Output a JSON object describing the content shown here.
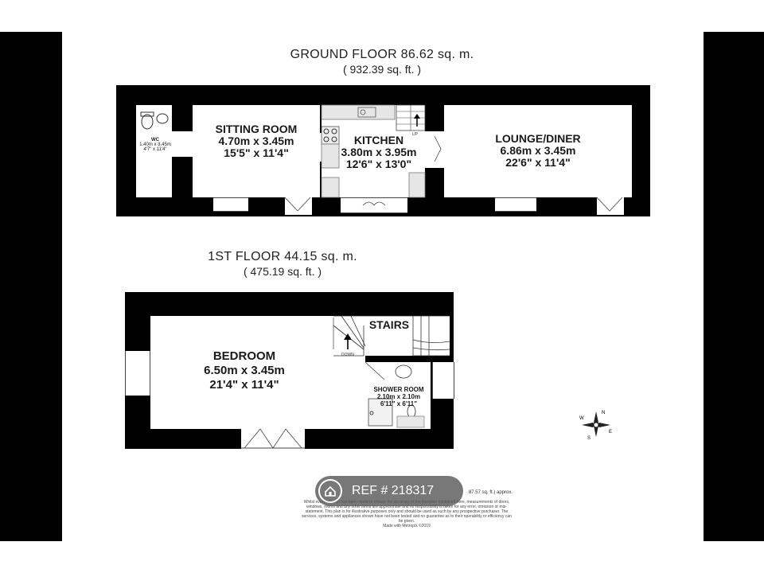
{
  "ground_floor": {
    "title": "GROUND FLOOR 86.62 sq. m.",
    "subtitle": "( 932.39 sq. ft. )",
    "rooms": [
      {
        "name": "WC",
        "metric": "1.40m x 3.45m",
        "imperial": "4'7\" x 11'4\""
      },
      {
        "name": "SITTING ROOM",
        "metric": "4.70m x 3.45m",
        "imperial": "15'5\" x 11'4\""
      },
      {
        "name": "KITCHEN",
        "metric": "3.80m x 3.95m",
        "imperial": "12'6\" x 13'0\""
      },
      {
        "name": "LOUNGE/DINER",
        "metric": "6.86m x 3.45m",
        "imperial": "22'6\" x 11'4\""
      }
    ],
    "stairs_label": "UP"
  },
  "first_floor": {
    "title": "1ST FLOOR 44.15 sq. m.",
    "subtitle": "( 475.19 sq. ft. )",
    "rooms": [
      {
        "name": "BEDROOM",
        "metric": "6.50m x 3.45m",
        "imperial": "21'4\" x 11'4\""
      },
      {
        "name": "SHOWER ROOM",
        "metric": "2.10m x 2.10m",
        "imperial": "6'11\" x 6'11\""
      }
    ],
    "stairs_label": "STAIRS",
    "down_label": "DOWN"
  },
  "footer": {
    "area_note": "87.57 sq. ft.) approx.",
    "disclaimer": "Whilst every attempt has been made to ensure the accuracy of the floorplan contained here, measurements of doors, windows, rooms and any other items are approximate and no responsibility is taken for any error, omission or mis-statement. This plan is for illustrative purposes only and should be used as such by any prospective purchaser. The services, systems and appliances shown have not been tested and no guarantee as to their operability or efficiency can be given.",
    "credit": "Made with Metropix ©2019"
  },
  "badge": {
    "text": "REF # 218317"
  },
  "compass": {
    "letters": [
      "N",
      "E",
      "S",
      "W"
    ]
  },
  "colors": {
    "wall": "#000000",
    "room": "#ffffff",
    "badge": "#5a5a5a",
    "side_bar": "#000000"
  }
}
